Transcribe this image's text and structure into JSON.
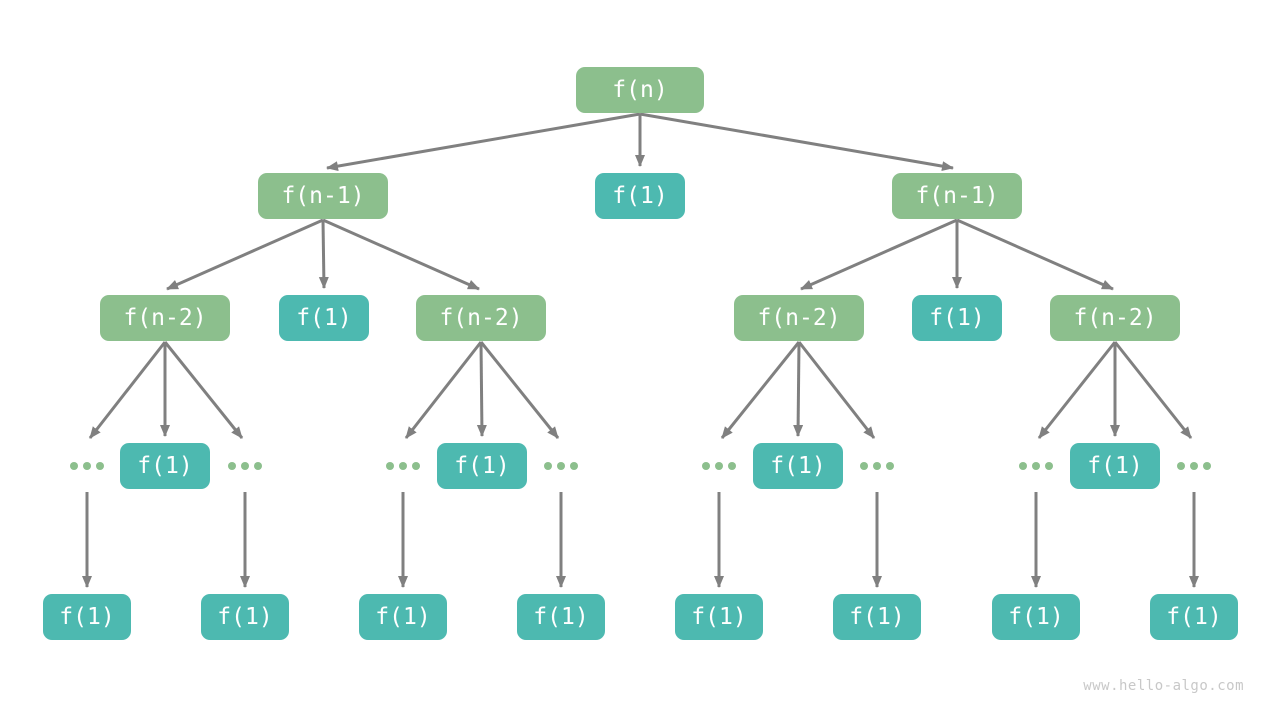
{
  "page": {
    "watermark": "www.hello-algo.com"
  },
  "colors": {
    "recursive_node": "#8CBF8D",
    "base_case_node": "#4DB9B0",
    "arrow": "#808080",
    "node_text": "#FFFFFF",
    "watermark_text": "#C8C8C8",
    "page_bg": "#FFFFFF"
  },
  "diagram": {
    "type": "recursion-tree",
    "nodes": [
      {
        "id": "root",
        "label": "f(n)",
        "kind": "recursive-call"
      },
      {
        "id": "l2-left",
        "label": "f(n-1)",
        "kind": "recursive-call"
      },
      {
        "id": "l2-mid",
        "label": "f(1)",
        "kind": "base-case"
      },
      {
        "id": "l2-right",
        "label": "f(n-1)",
        "kind": "recursive-call"
      },
      {
        "id": "l3-1",
        "label": "f(n-2)",
        "kind": "recursive-call"
      },
      {
        "id": "l3-2",
        "label": "f(1)",
        "kind": "base-case"
      },
      {
        "id": "l3-3",
        "label": "f(n-2)",
        "kind": "recursive-call"
      },
      {
        "id": "l3-4",
        "label": "f(n-2)",
        "kind": "recursive-call"
      },
      {
        "id": "l3-5",
        "label": "f(1)",
        "kind": "base-case"
      },
      {
        "id": "l3-6",
        "label": "f(n-2)",
        "kind": "recursive-call"
      },
      {
        "id": "l4-dots-1",
        "label": "...",
        "kind": "ellipsis"
      },
      {
        "id": "l4-f1-1",
        "label": "f(1)",
        "kind": "base-case"
      },
      {
        "id": "l4-dots-2",
        "label": "...",
        "kind": "ellipsis"
      },
      {
        "id": "l4-dots-3",
        "label": "...",
        "kind": "ellipsis"
      },
      {
        "id": "l4-f1-2",
        "label": "f(1)",
        "kind": "base-case"
      },
      {
        "id": "l4-dots-4",
        "label": "...",
        "kind": "ellipsis"
      },
      {
        "id": "l4-dots-5",
        "label": "...",
        "kind": "ellipsis"
      },
      {
        "id": "l4-f1-3",
        "label": "f(1)",
        "kind": "base-case"
      },
      {
        "id": "l4-dots-6",
        "label": "...",
        "kind": "ellipsis"
      },
      {
        "id": "l4-dots-7",
        "label": "...",
        "kind": "ellipsis"
      },
      {
        "id": "l4-f1-4",
        "label": "f(1)",
        "kind": "base-case"
      },
      {
        "id": "l4-dots-8",
        "label": "...",
        "kind": "ellipsis"
      },
      {
        "id": "leaf-1",
        "label": "f(1)",
        "kind": "base-case"
      },
      {
        "id": "leaf-2",
        "label": "f(1)",
        "kind": "base-case"
      },
      {
        "id": "leaf-3",
        "label": "f(1)",
        "kind": "base-case"
      },
      {
        "id": "leaf-4",
        "label": "f(1)",
        "kind": "base-case"
      },
      {
        "id": "leaf-5",
        "label": "f(1)",
        "kind": "base-case"
      },
      {
        "id": "leaf-6",
        "label": "f(1)",
        "kind": "base-case"
      },
      {
        "id": "leaf-7",
        "label": "f(1)",
        "kind": "base-case"
      },
      {
        "id": "leaf-8",
        "label": "f(1)",
        "kind": "base-case"
      }
    ]
  }
}
